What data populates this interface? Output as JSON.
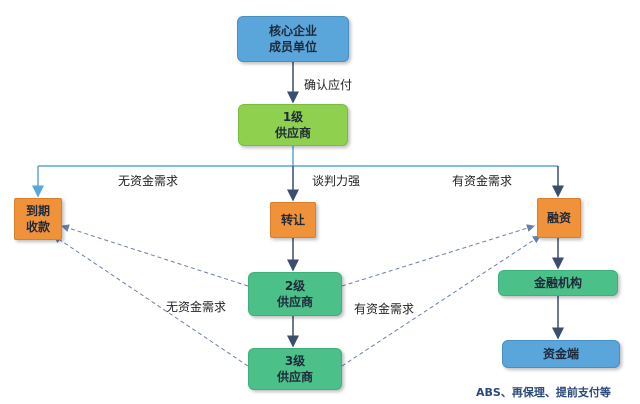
{
  "nodes": {
    "core": {
      "line1": "核心企业",
      "line2": "成员单位"
    },
    "tier1": {
      "line1": "1级",
      "line2": "供应商"
    },
    "collect": {
      "line1": "到期",
      "line2": "收款"
    },
    "transfer": {
      "line1": "转让"
    },
    "financing": {
      "line1": "融资"
    },
    "tier2": {
      "line1": "2级",
      "line2": "供应商"
    },
    "tier3": {
      "line1": "3级",
      "line2": "供应商"
    },
    "institution": {
      "line1": "金融机构"
    },
    "funder": {
      "line1": "资金端"
    }
  },
  "labels": {
    "confirm_payable": "确认应付",
    "no_funding_need": "无资金需求",
    "bargaining_power": "谈判力强",
    "funding_need": "有资金需求",
    "no_funding_need_lower": "无资金需求",
    "funding_need_lower": "有资金需求"
  },
  "note": "ABS、再保理、提前支付等",
  "colors": {
    "blue": "#5aa5da",
    "green": "#8fd14f",
    "teal": "#4cc089",
    "orange": "#f0923a",
    "arrow": "#3a4e6e",
    "dashed": "#6a7fa8"
  }
}
